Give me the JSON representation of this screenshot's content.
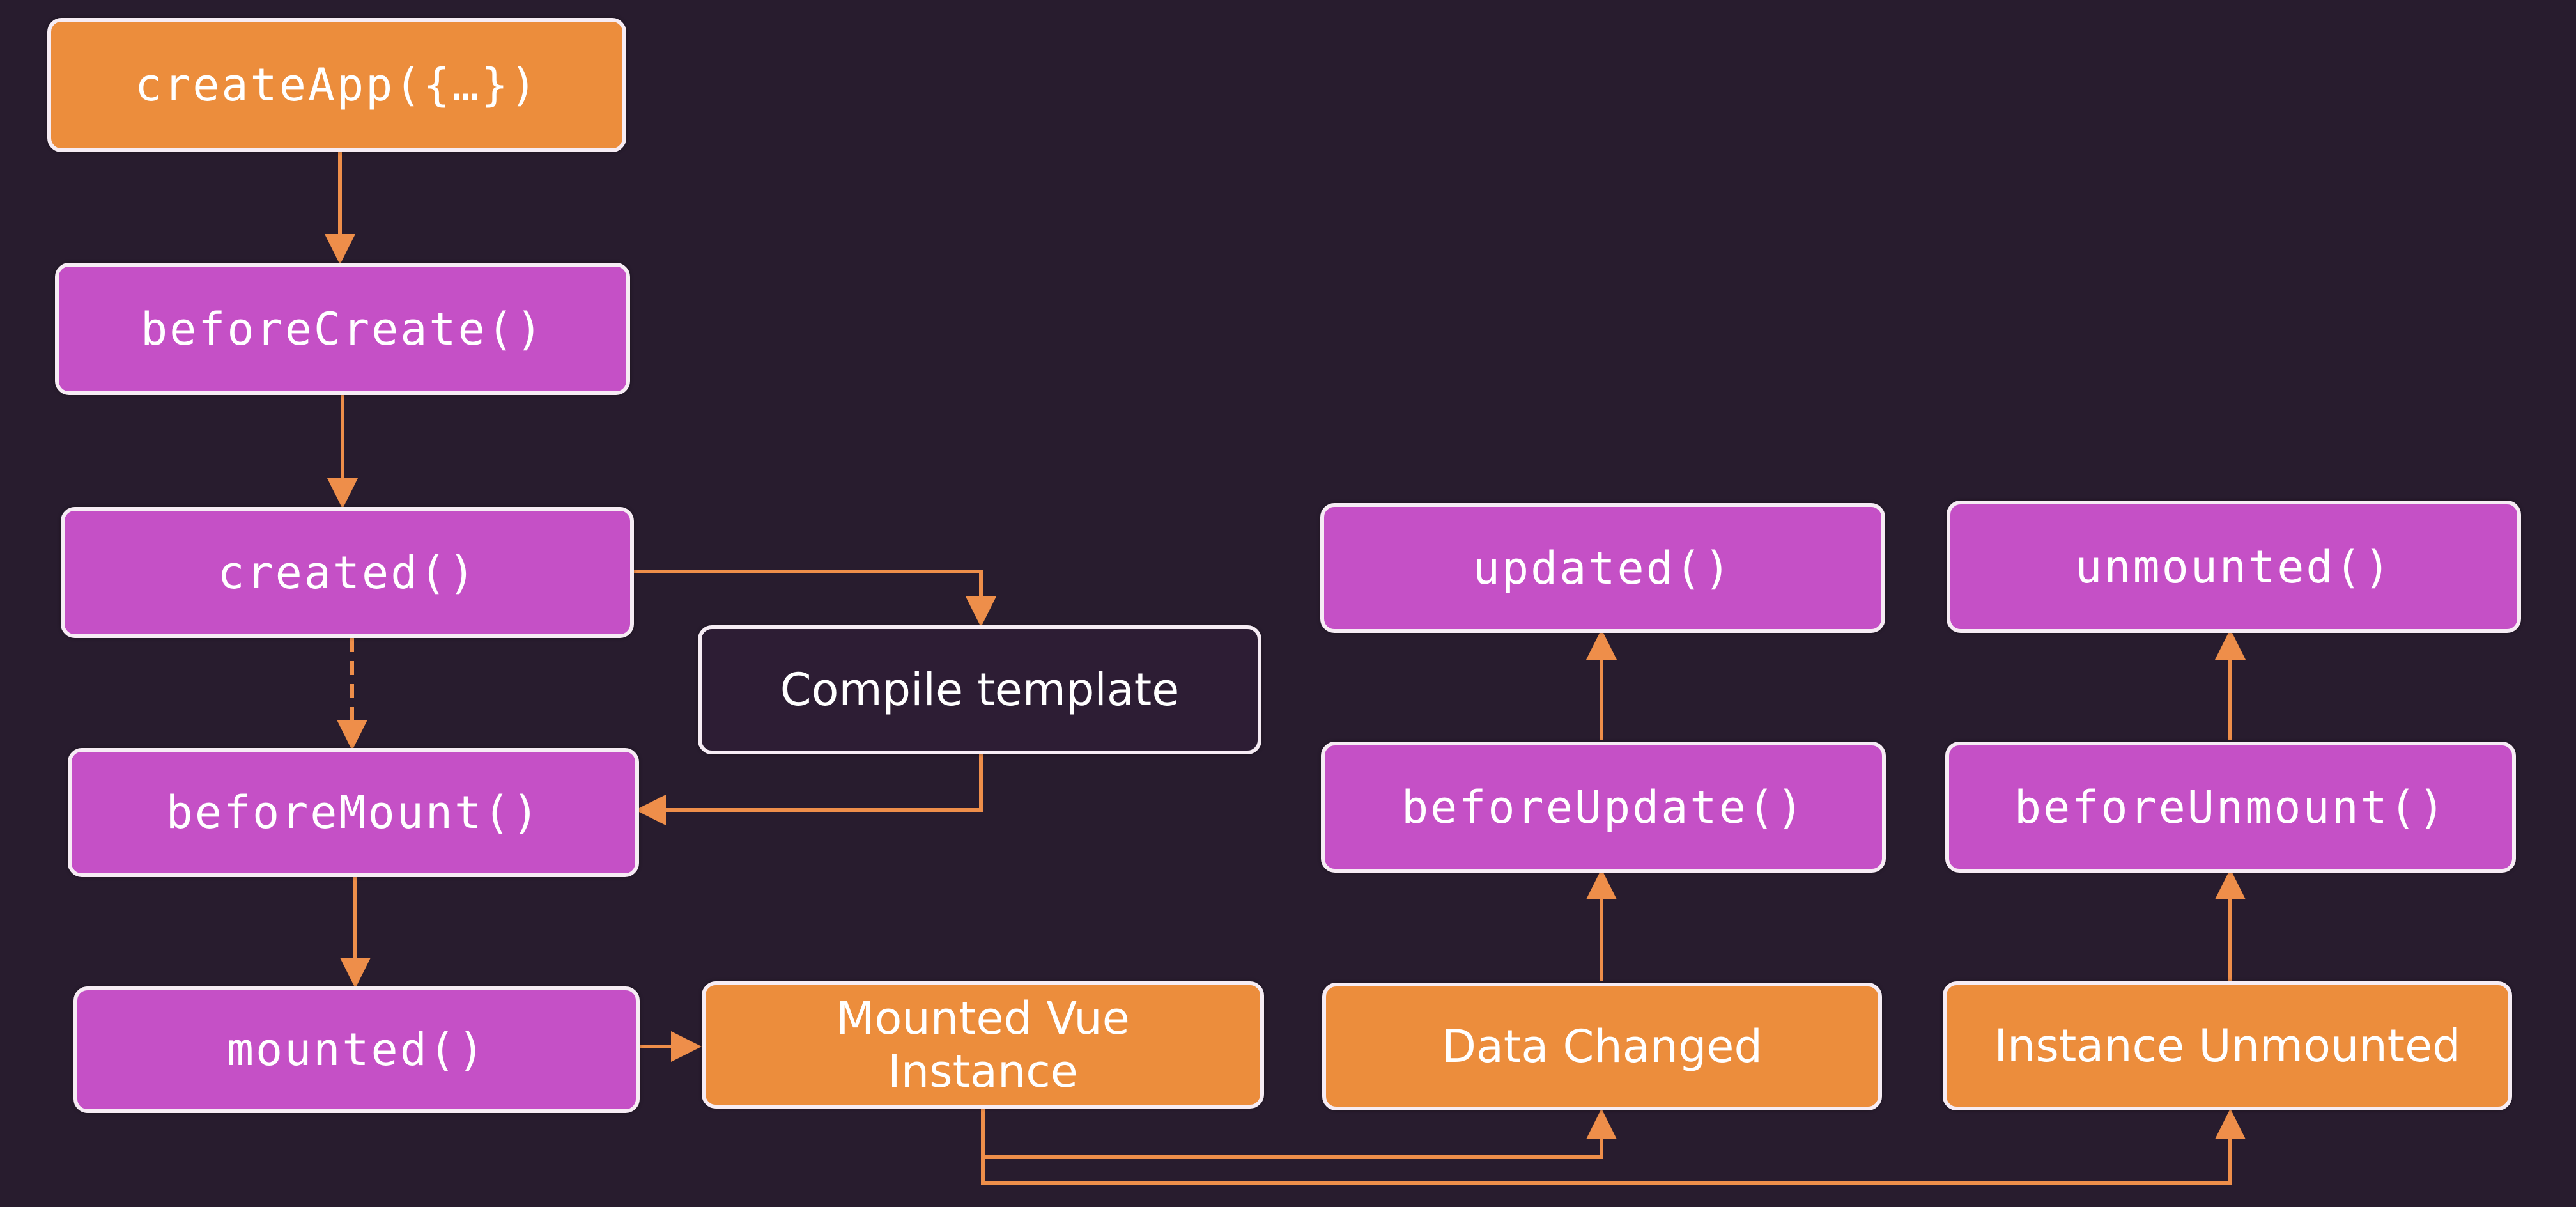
{
  "colors": {
    "background": "#281c2e",
    "hook": "#c550c6",
    "event": "#ec8d3c",
    "dark_box": "#2d1d34",
    "border": "#f6ecf4",
    "arrow": "#ee8e4a"
  },
  "nodes": {
    "create_app": "createApp({…})",
    "before_create": "beforeCreate()",
    "created": "created()",
    "compile_template": "Compile template",
    "before_mount": "beforeMount()",
    "mounted": "mounted()",
    "mounted_instance": "Mounted Vue Instance",
    "data_changed": "Data Changed",
    "before_update": "beforeUpdate()",
    "updated": "updated()",
    "instance_unmounted": "Instance Unmounted",
    "before_unmount": "beforeUnmount()",
    "unmounted": "unmounted()"
  }
}
